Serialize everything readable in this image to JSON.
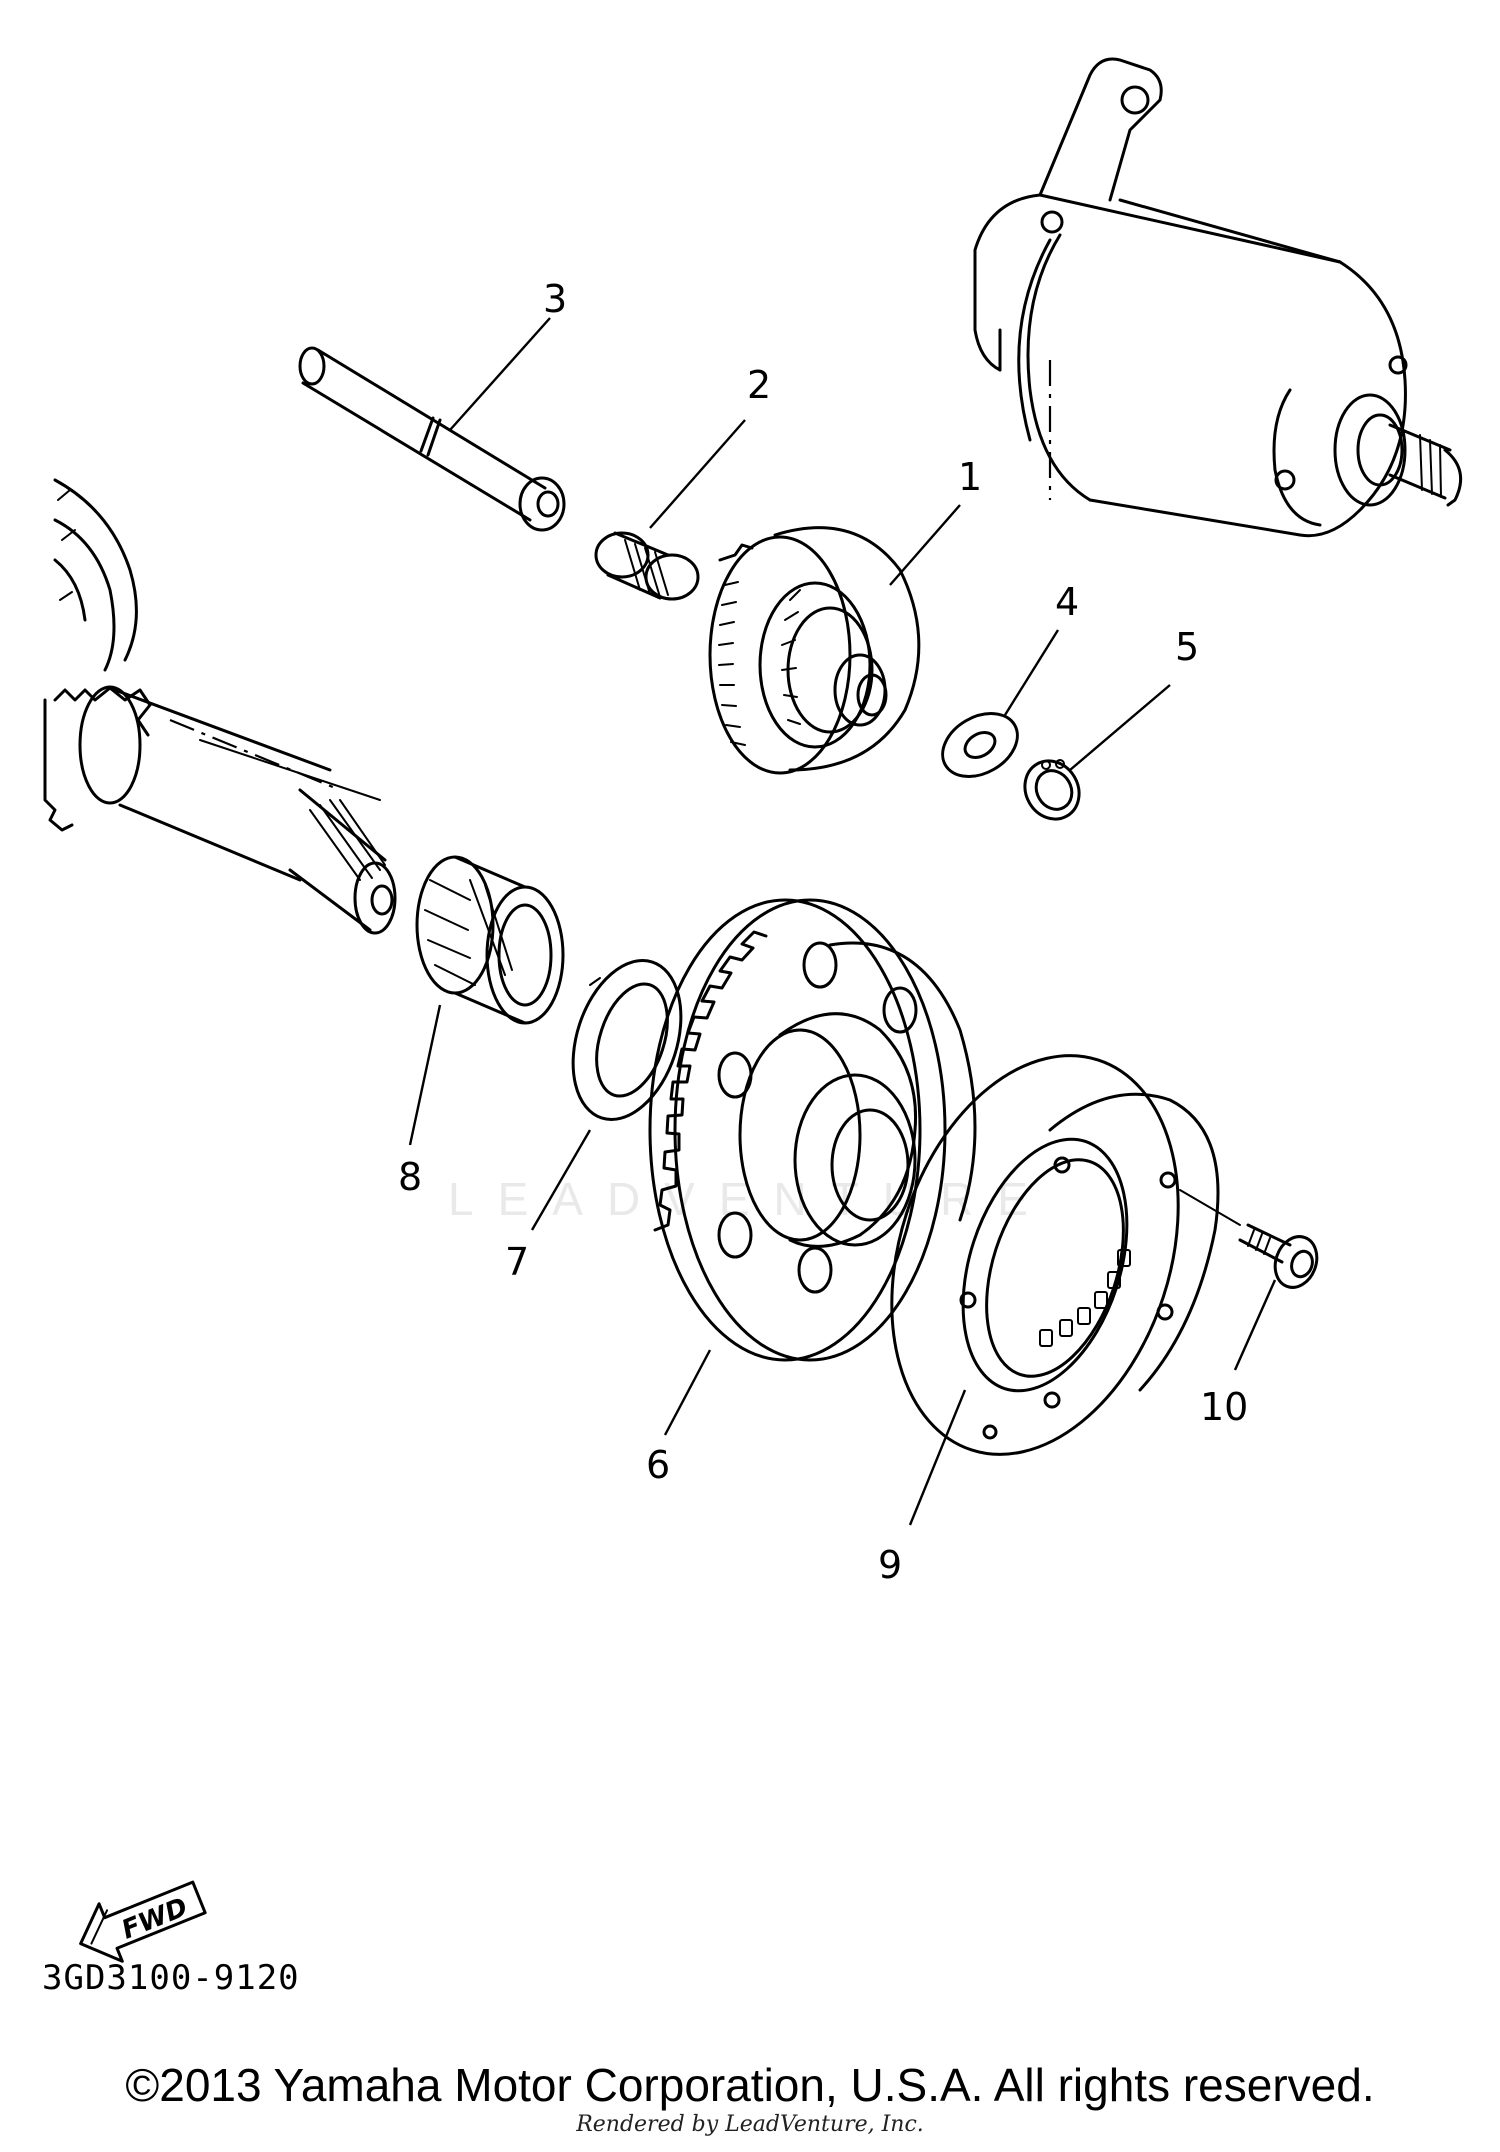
{
  "diagram": {
    "callouts": [
      "1",
      "2",
      "3",
      "4",
      "5",
      "6",
      "7",
      "8",
      "9",
      "10"
    ],
    "fwd_label": "FWD",
    "drawing_code": "3GD3100-9120",
    "watermark": "LEADVENTURE",
    "copyright": "©2013 Yamaha Motor Corporation, U.S.A. All rights reserved.",
    "rendered_by": "Rendered by LeadVenture, Inc."
  }
}
